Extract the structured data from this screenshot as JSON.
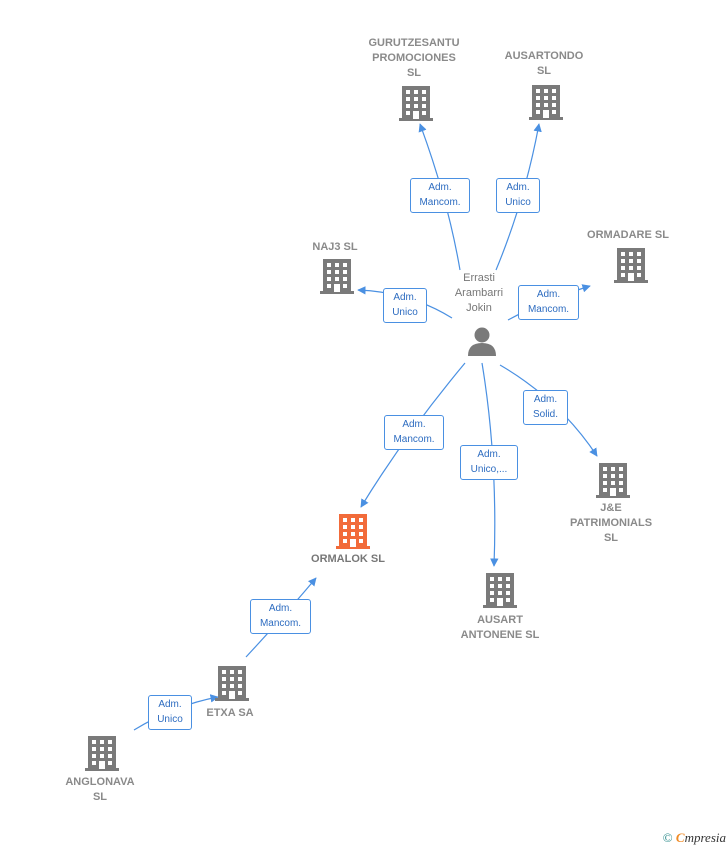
{
  "colors": {
    "accent": "#4a90e2",
    "building": "#7a7a7a",
    "highlight": "#f26b3a",
    "label": "#8a8a8a"
  },
  "nodes": {
    "person": {
      "label": "Errasti\nArambarri\nJokin",
      "icon": "person-icon"
    },
    "gurutzesantu": {
      "label": "GURUTZESANTU\nPROMOCIONES\nSL",
      "icon": "building-icon"
    },
    "ausartondo": {
      "label": "AUSARTONDO\nSL",
      "icon": "building-icon"
    },
    "naj3": {
      "label": "NAJ3  SL",
      "icon": "building-icon"
    },
    "ormadare": {
      "label": "ORMADARE  SL",
      "icon": "building-icon"
    },
    "je_patrimonials": {
      "label": "J&E\nPATRIMONIALS\nSL",
      "icon": "building-icon"
    },
    "ormalok": {
      "label": "ORMALOK  SL",
      "icon": "building-icon"
    },
    "ausart_antonene": {
      "label": "AUSART\nANTONENE  SL",
      "icon": "building-icon"
    },
    "etxa": {
      "label": "ETXA SA",
      "icon": "building-icon"
    },
    "anglonava": {
      "label": "ANGLONAVA\nSL",
      "icon": "building-icon"
    }
  },
  "edges": {
    "to_gurutzesantu": "Adm.\nMancom.",
    "to_ausartondo": "Adm.\nUnico",
    "to_naj3": "Adm.\nUnico",
    "to_ormadare": "Adm.\nMancom.",
    "to_je": "Adm.\nSolid.",
    "to_ormalok": "Adm.\nMancom.",
    "to_ausart_antonene": "Adm.\nUnico,...",
    "etxa_to_ormalok": "Adm.\nMancom.",
    "anglonava_to_etxa": "Adm.\nUnico"
  },
  "footer": {
    "copyright": "©",
    "brand_first": "C",
    "brand_rest": "mpresia"
  }
}
